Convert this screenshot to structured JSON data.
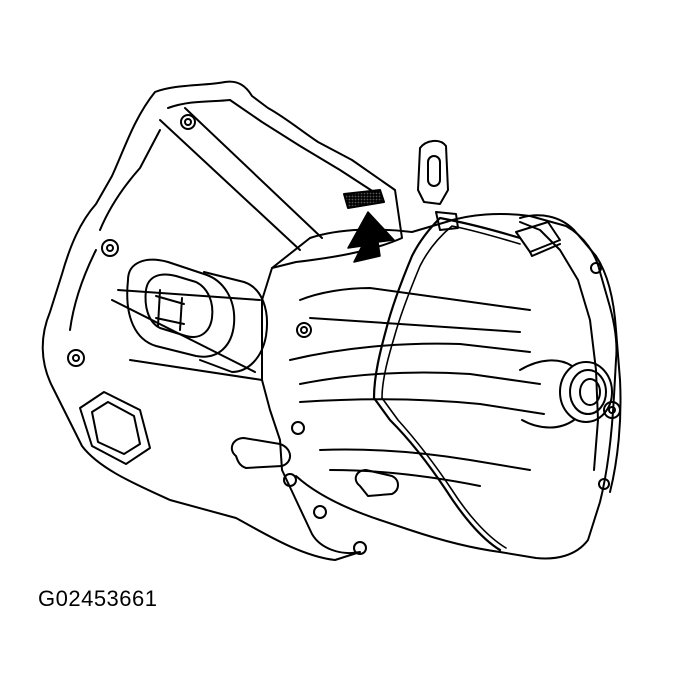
{
  "figure": {
    "id_label": "G02453661",
    "subject": "transaxle-illustration",
    "callout": "arrow-pointing-to-id-label"
  },
  "colors": {
    "line": "#000000",
    "background": "#ffffff",
    "label_stipple": "#6a6a6a"
  }
}
